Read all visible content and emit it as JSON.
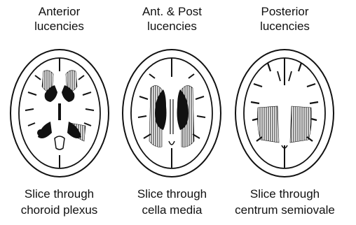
{
  "panels": [
    {
      "title_line1": "Anterior",
      "title_line2": "lucencies",
      "caption_line1": "Slice through",
      "caption_line2": "choroid plexus"
    },
    {
      "title_line1": "Ant. & Post",
      "title_line2": "lucencies",
      "caption_line1": "Slice through",
      "caption_line2": "cella media"
    },
    {
      "title_line1": "Posterior",
      "title_line2": "lucencies",
      "caption_line1": "Slice through",
      "caption_line2": "centrum semiovale"
    }
  ],
  "colors": {
    "ink": "#111111",
    "background": "#ffffff"
  }
}
